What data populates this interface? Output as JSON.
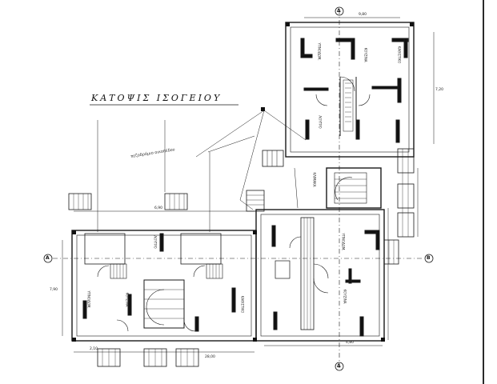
{
  "plan": {
    "title": "ΚΑΤΟΨΙΣ ΙΣΟΓΕΙΟΥ",
    "handnote": "πεζοδρόμιο οικοπέδου"
  },
  "dimensions": {
    "top_right": "9,80",
    "mid_left": "6,90",
    "right_side": "7,20",
    "left_side": "7,90",
    "bottom_left": "2,10",
    "bottom_total": "28,00",
    "bottom_right": "4,80"
  },
  "section_marks": {
    "left": "A",
    "right": "B",
    "top": "Δ",
    "bottom": "Δ"
  },
  "room_labels": [
    "ΥΠΝΟΔΩΜ.",
    "ΚΟΥΖΙΝΑ",
    "ΛΟΥΤΡΟ",
    "ΚΑΘΙΣΤΙΚΟ",
    "ΥΠΝΟΔΩΜ.",
    "ΚΟΥΖΙΝΑ",
    "ΚΑΘΙΣΤΙΚΟ",
    "ΛΟΥΤΡΟ",
    "ΚΛΙΜΑΚΑ",
    "ΥΠΝΟΔΩΜ.",
    "ΚΟΥΖΙΝΑ"
  ]
}
